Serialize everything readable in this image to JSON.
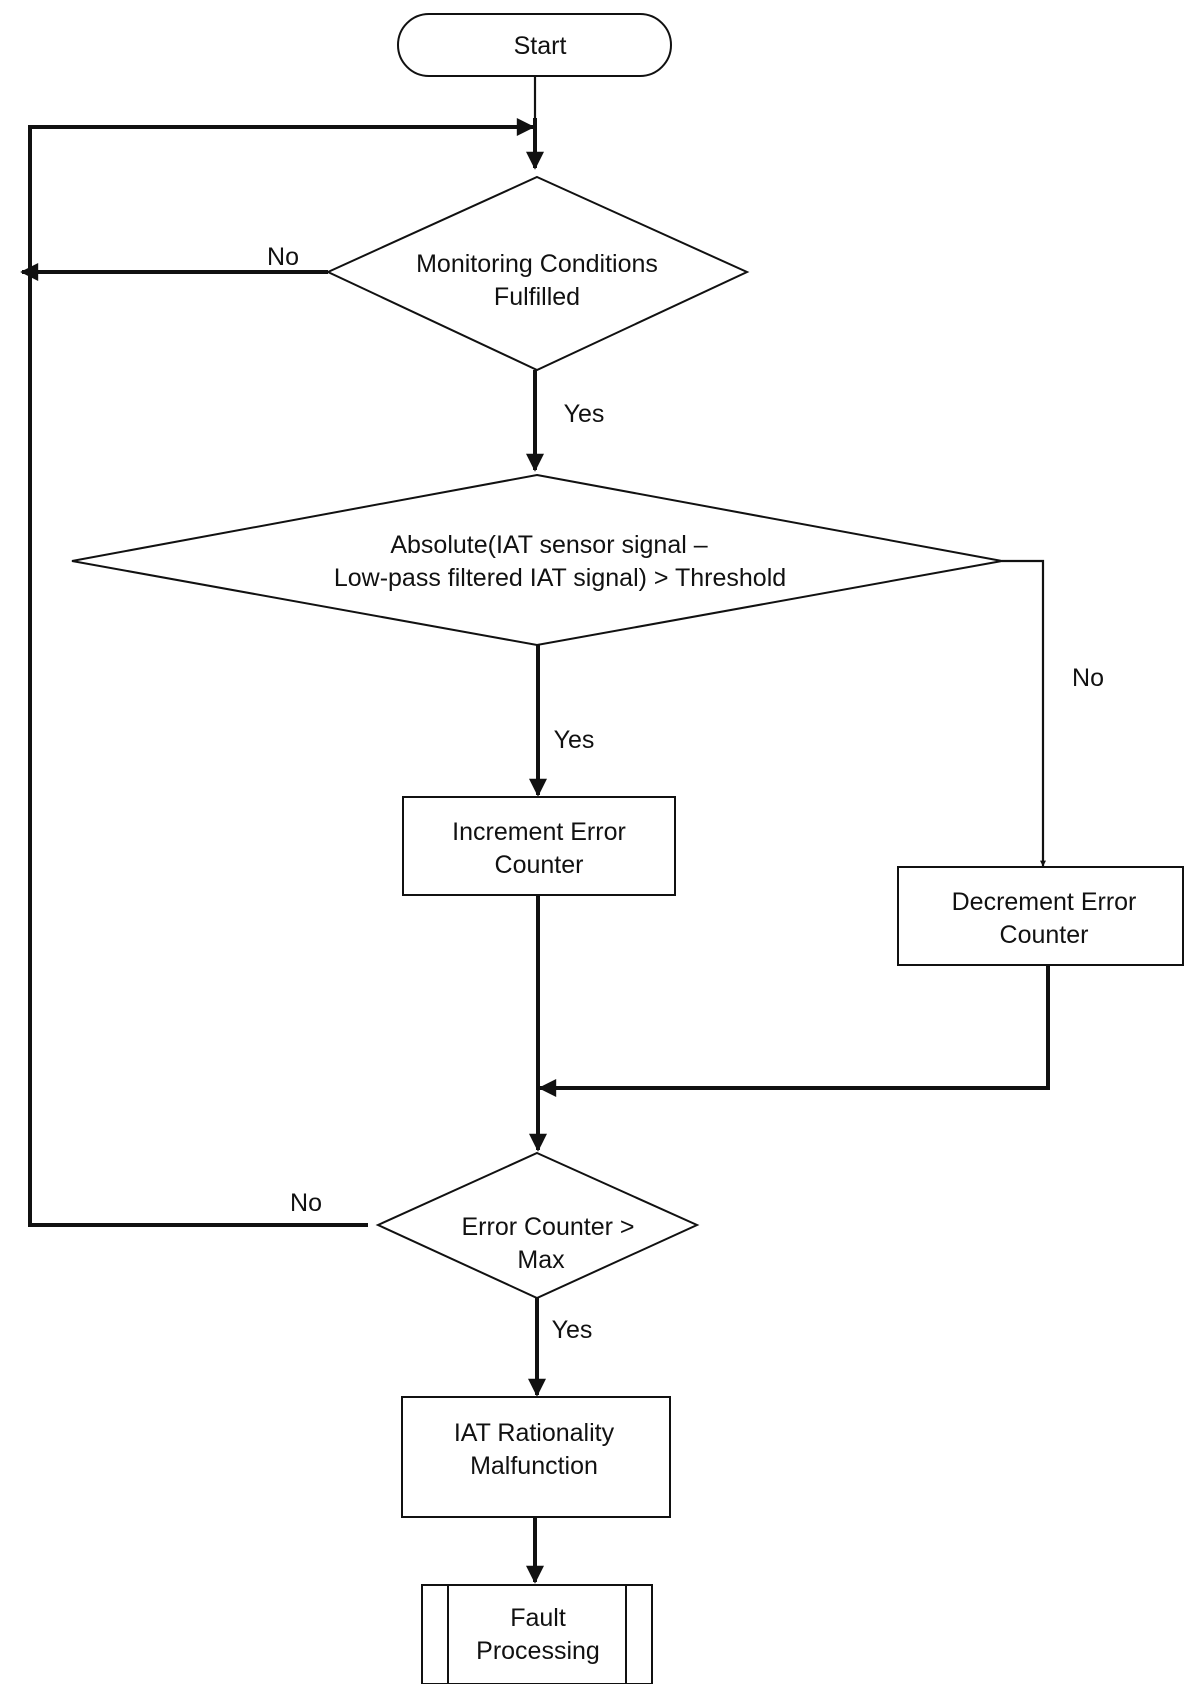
{
  "diagram": {
    "nodes": {
      "start": {
        "lines": [
          "Start"
        ]
      },
      "monitoring": {
        "lines": [
          "Monitoring Conditions",
          "Fulfilled"
        ]
      },
      "threshold": {
        "lines": [
          "Absolute(IAT sensor signal –",
          "Low-pass filtered IAT signal) > Threshold"
        ]
      },
      "increment": {
        "lines": [
          "Increment Error",
          "Counter"
        ]
      },
      "decrement": {
        "lines": [
          "Decrement Error",
          "Counter"
        ]
      },
      "max_check": {
        "lines": [
          "Error Counter >",
          "Max"
        ]
      },
      "malfunction": {
        "lines": [
          "IAT Rationality",
          "Malfunction"
        ]
      },
      "fault": {
        "lines": [
          "Fault",
          "Processing"
        ]
      }
    },
    "edge_labels": {
      "monitoring_no": "No",
      "monitoring_yes": "Yes",
      "threshold_yes": "Yes",
      "threshold_no": "No",
      "max_no": "No",
      "max_yes": "Yes"
    }
  }
}
